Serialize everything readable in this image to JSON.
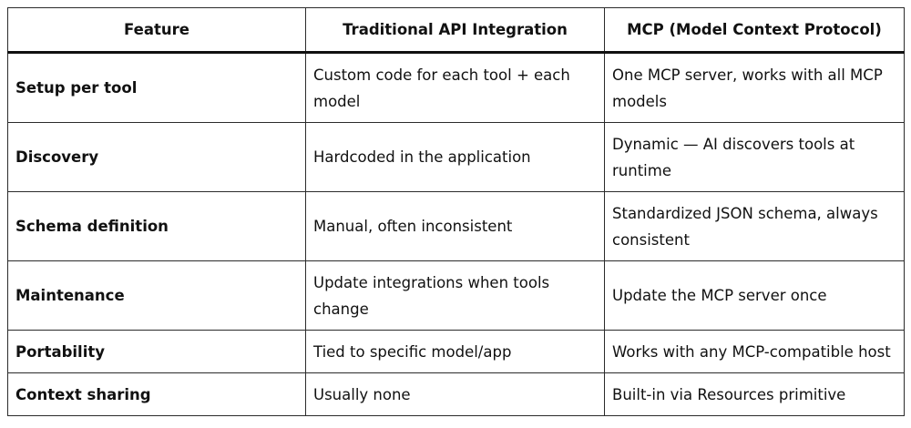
{
  "table": {
    "headers": [
      "Feature",
      "Traditional API Integration",
      "MCP (Model Context Protocol)"
    ],
    "rows": [
      [
        "Setup per tool",
        "Custom code for each tool + each model",
        "One MCP server, works with all MCP models"
      ],
      [
        "Discovery",
        "Hardcoded in the application",
        "Dynamic — AI discovers tools at runtime"
      ],
      [
        "Schema definition",
        "Manual, often inconsistent",
        "Standardized JSON schema, always consistent"
      ],
      [
        "Maintenance",
        "Update integrations when tools change",
        "Update the MCP server once"
      ],
      [
        "Portability",
        "Tied to specific model/app",
        "Works with any MCP-compatible host"
      ],
      [
        "Context sharing",
        "Usually none",
        "Built-in via Resources primitive"
      ]
    ]
  }
}
